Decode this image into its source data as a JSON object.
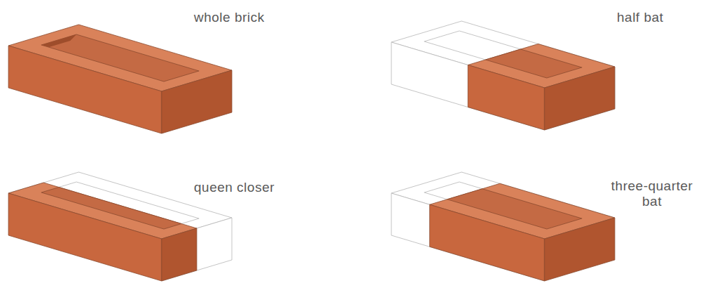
{
  "diagram": {
    "labels": [
      "whole brick",
      "half bat",
      "queen closer",
      "three-quarter bat"
    ]
  }
}
